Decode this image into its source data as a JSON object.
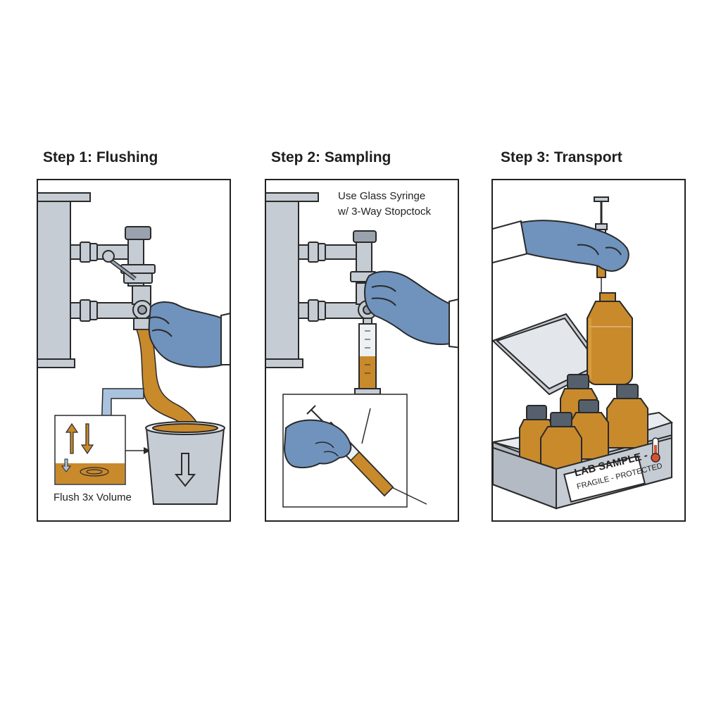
{
  "steps": [
    {
      "title": "Step 1: Flushing",
      "caption": "Flush 3x Volume"
    },
    {
      "title": "Step 2: Sampling",
      "note_line1": "Use Glass Syringe",
      "note_line2": "w/ 3-Way Stopctock"
    },
    {
      "title": "Step 3: Transport",
      "label_line1": "LAB SAMPLE -",
      "label_line2": "FRAGILE - PROTECTED"
    }
  ],
  "colors": {
    "outline": "#2a2a2a",
    "metal": "#c6ccd4",
    "metal_dark": "#9aa3ad",
    "glove": "#6f93bd",
    "glove_dark": "#4f739e",
    "sample": "#c98a2c",
    "sample_light": "#e0a94a",
    "arrow_blue": "#a9c3df",
    "thermometer": "#d9532f"
  }
}
